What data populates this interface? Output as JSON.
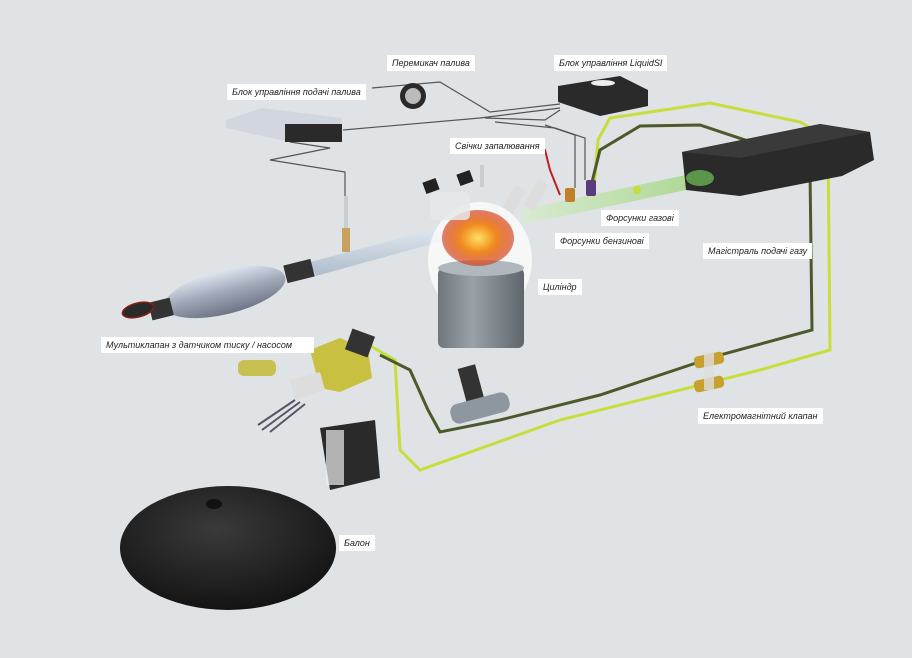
{
  "title": "LPG LiquidSI injection system diagram",
  "labels": {
    "fuel_switch": "Перемикач палива",
    "liquidsi_ecu": "Блок управління LiquidSI",
    "fuel_ecu": "Блок управління подачі палива",
    "spark_plugs": "Свічки запалювання",
    "gas_injectors": "Форсунки газові",
    "petrol_injectors": "Форсунки бензинові",
    "gas_line": "Магістраль подачі газу",
    "cylinder": "Циліндр",
    "multivalve": "Мультиклапан з датчиком тиску / насосом",
    "solenoid_valve": "Електромагнітний клапан",
    "tank": "Балон"
  },
  "colors": {
    "background": "#dfe3e5",
    "gas_line_light": "#c8dc3c",
    "gas_line_dark": "#4a5a2a",
    "ignition_wire": "#c0201c",
    "signal_wire": "#555555",
    "ecu_dark": "#2a2a2a",
    "ecu_silver": "#c8ccd4",
    "cylinder": "#8a9298",
    "tank": "#1e1e1e",
    "flame": "#f08a20"
  }
}
